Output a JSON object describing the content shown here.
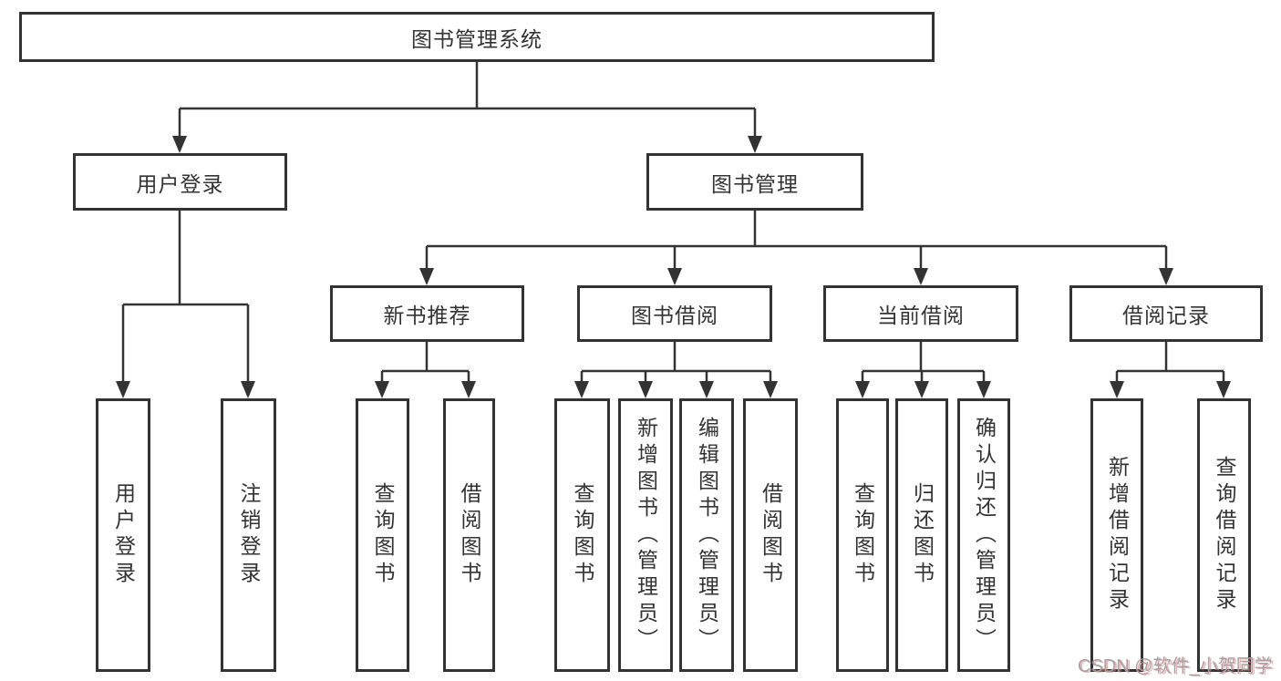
{
  "nodes": {
    "root": "图书管理系统",
    "user_login": "用户登录",
    "book_management": "图书管理",
    "new_book": "新书推荐",
    "book_borrow": "图书借阅",
    "current_borrow": "当前借阅",
    "borrow_records": "借阅记录",
    "leaves": {
      "user_login": [
        "用户登录",
        "注销登录"
      ],
      "new_book": [
        "查询图书",
        "借阅图书"
      ],
      "book_borrow": [
        "查询图书",
        "新增图书（管理员）",
        "编辑图书（管理员）",
        "借阅图书"
      ],
      "current_borrow": [
        "查询图书",
        "归还图书",
        "确认归还（管理员）"
      ],
      "borrow_records": [
        "新增借阅记录",
        "查询借阅记录"
      ]
    }
  },
  "watermark": {
    "text": "CSDN @软件_小贺同学"
  },
  "colors": {
    "line": "#333333",
    "text": "#333333",
    "background": "#ffffff",
    "watermark_gray": "#a3a3a3",
    "watermark_red_shadow": "#e67878"
  }
}
